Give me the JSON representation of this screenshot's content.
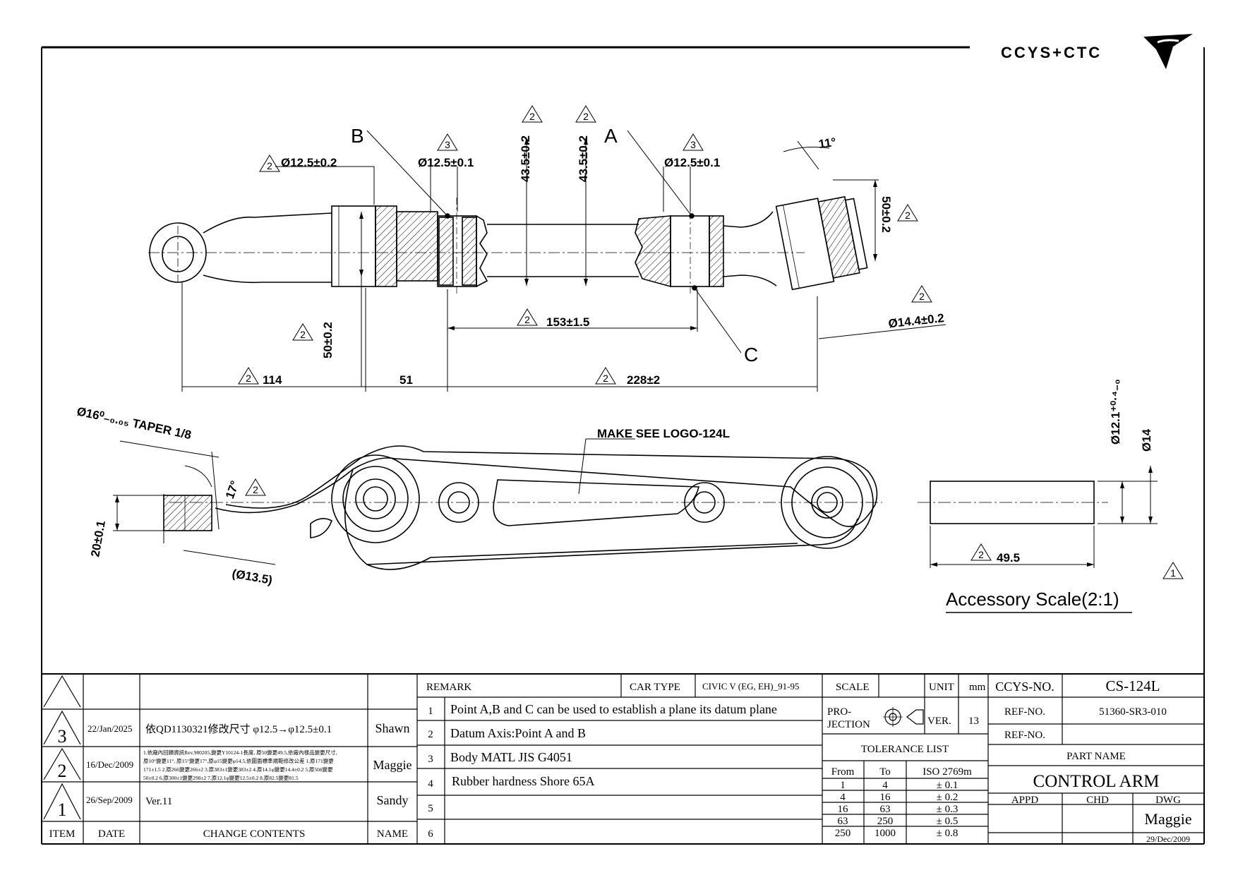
{
  "logo": {
    "text": "CCYS+CTC"
  },
  "points": {
    "a": "A",
    "b": "B",
    "c": "C"
  },
  "dims": {
    "dia_left": "Ø12.5±0.2",
    "dia_b": "Ø12.5±0.1",
    "dia_a": "Ø12.5±0.1",
    "h_1": "43.5±0.2",
    "h_2": "43.5±0.2",
    "angle_11": "11°",
    "h_right": "50±0.2",
    "dia_144": "Ø14.4±0.2",
    "len_153": "153±1.5",
    "h_left": "50±0.2",
    "len_114": "114",
    "len_51": "51",
    "len_228": "228±2",
    "taper": "Ø16⁰₋₀.₀₅ TAPER 1/8",
    "angle_17": "17°",
    "h_20": "20±0.1",
    "dia_135": "(Ø13.5)",
    "make_logo": "MAKE SEE LOGO-124L",
    "acc_dia_121": "Ø12.1⁺⁰·⁴₋₀",
    "acc_dia_14": "Ø14",
    "acc_len": "49.5",
    "acc_scale": "Accessory Scale(2:1)"
  },
  "revision_marks": {
    "r1": "1",
    "r2": "2",
    "r3": "3"
  },
  "revisions": [
    {
      "item": "3",
      "date": "22/Jan/2025",
      "content": "依QD1130321修改尺寸 φ12.5→φ12.5±0.1",
      "name": "Shawn"
    },
    {
      "item": "2",
      "date": "16/Dec/2009",
      "content_lines": [
        "1.依廠內回饋資訊Rev.980205,變更Y10124-1長度, 原50變更49.5,依廠內樣品變更尺寸,",
        "原10°變更11°, 原15°變更17°,原φ15變更φ14.5,依圖面標準規範修改公差 1.原171變更",
        "171±1.5 2.原266變更266±2 3.原383±1變更383±2 4.原14.1φ變更14.4±0.2 5.原50δ變更",
        "50±0.2 6.原300±1變更298±2 7.原12.1φ變更12.5±0.2 8.原82.5變更81.5"
      ],
      "name": "Maggie"
    },
    {
      "item": "1",
      "date": "26/Sep/2009",
      "content": "Ver.11",
      "name": "Sandy"
    }
  ],
  "headers": {
    "item": "ITEM",
    "date": "DATE",
    "change": "CHANGE CONTENTS",
    "name": "NAME"
  },
  "remark": {
    "label": "REMARK",
    "car_type_label": "CAR TYPE",
    "car_type": "CIVIC V (EG, EH)_91-95",
    "rows": [
      {
        "no": "1",
        "text": "Point A,B and C can be used to establish a plane its datum plane"
      },
      {
        "no": "2",
        "text": "Datum Axis:Point A and B"
      },
      {
        "no": "3",
        "text": "Body MATL JIS G4051"
      },
      {
        "no": "4",
        "text": "Rubber hardness Shore 65A"
      },
      {
        "no": "5",
        "text": ""
      },
      {
        "no": "6",
        "text": ""
      }
    ]
  },
  "scale_block": {
    "scale": "SCALE",
    "unit": "UNIT",
    "unit_value": "mm",
    "projection_1": "PRO-",
    "projection_2": "JECTION",
    "ver": "VER.",
    "ver_value": "13"
  },
  "tolerance": {
    "title": "TOLERANCE LIST",
    "cols": [
      "From",
      "To",
      "ISO 2769m"
    ],
    "rows": [
      [
        "1",
        "4",
        "± 0.1"
      ],
      [
        "4",
        "16",
        "± 0.2"
      ],
      [
        "16",
        "63",
        "± 0.3"
      ],
      [
        "63",
        "250",
        "± 0.5"
      ],
      [
        "250",
        "1000",
        "± 0.8"
      ]
    ]
  },
  "title_block": {
    "ccys_no_label": "CCYS-NO.",
    "ccys_no": "CS-124L",
    "ref_no_label": "REF-NO.",
    "ref_no": "51360-SR3-010",
    "ref_no_label_2": "REF-NO.",
    "part_name_label": "PART NAME",
    "part_name": "CONTROL ARM",
    "appd": "APPD",
    "chd": "CHD",
    "dwg": "DWG",
    "drawn_by": "Maggie",
    "drawn_date": "29/Dec/2009"
  }
}
